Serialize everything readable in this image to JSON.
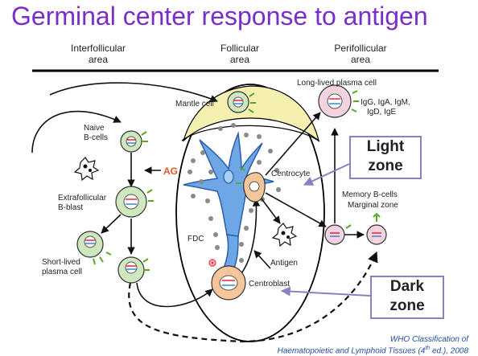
{
  "title": "Germinal center response to antigen",
  "headers": {
    "interfollicular": [
      "Interfollicular",
      "area"
    ],
    "follicular": [
      "Follicular",
      "area"
    ],
    "perifollicular": [
      "Perifollicular",
      "area"
    ]
  },
  "labels": {
    "mantle_cell": "Mantle  cell",
    "naive": [
      "Naive",
      "B-cells"
    ],
    "ag": "AG",
    "extrafollicular": [
      "Extrafollicular",
      "B-blast"
    ],
    "short_lived": [
      "Short-lived",
      "plasma cell"
    ],
    "fdc": "FDC",
    "centrocyte": "Centrocyte",
    "antigen": "Antigen",
    "centroblast": "Centroblast",
    "long_lived": "Long-lived plasma cell",
    "igs": [
      "IgG, IgA, IgM,",
      "IgD, IgE"
    ],
    "memory": [
      "Memory B-cells",
      "Marginal zone"
    ]
  },
  "callouts": {
    "light": [
      "Light",
      "zone"
    ],
    "dark": [
      "Dark",
      "zone"
    ]
  },
  "citation": {
    "line1": "WHO Classification of",
    "line2_pre": "Haematopoietic and Lymphoid Tissues (4",
    "line2_sup": "th",
    "line2_post": " ed.), 2008"
  },
  "colors": {
    "title": "#7a2ec8",
    "cell_green": "#cfe8bf",
    "cell_pink": "#f3d3e0",
    "cell_orange": "#f6c69a",
    "fdc_blue": "#6fa6e6",
    "light_zone": "#f6f0b0",
    "callout_border": "#8c80c0",
    "citation": "#1f4e9a"
  }
}
